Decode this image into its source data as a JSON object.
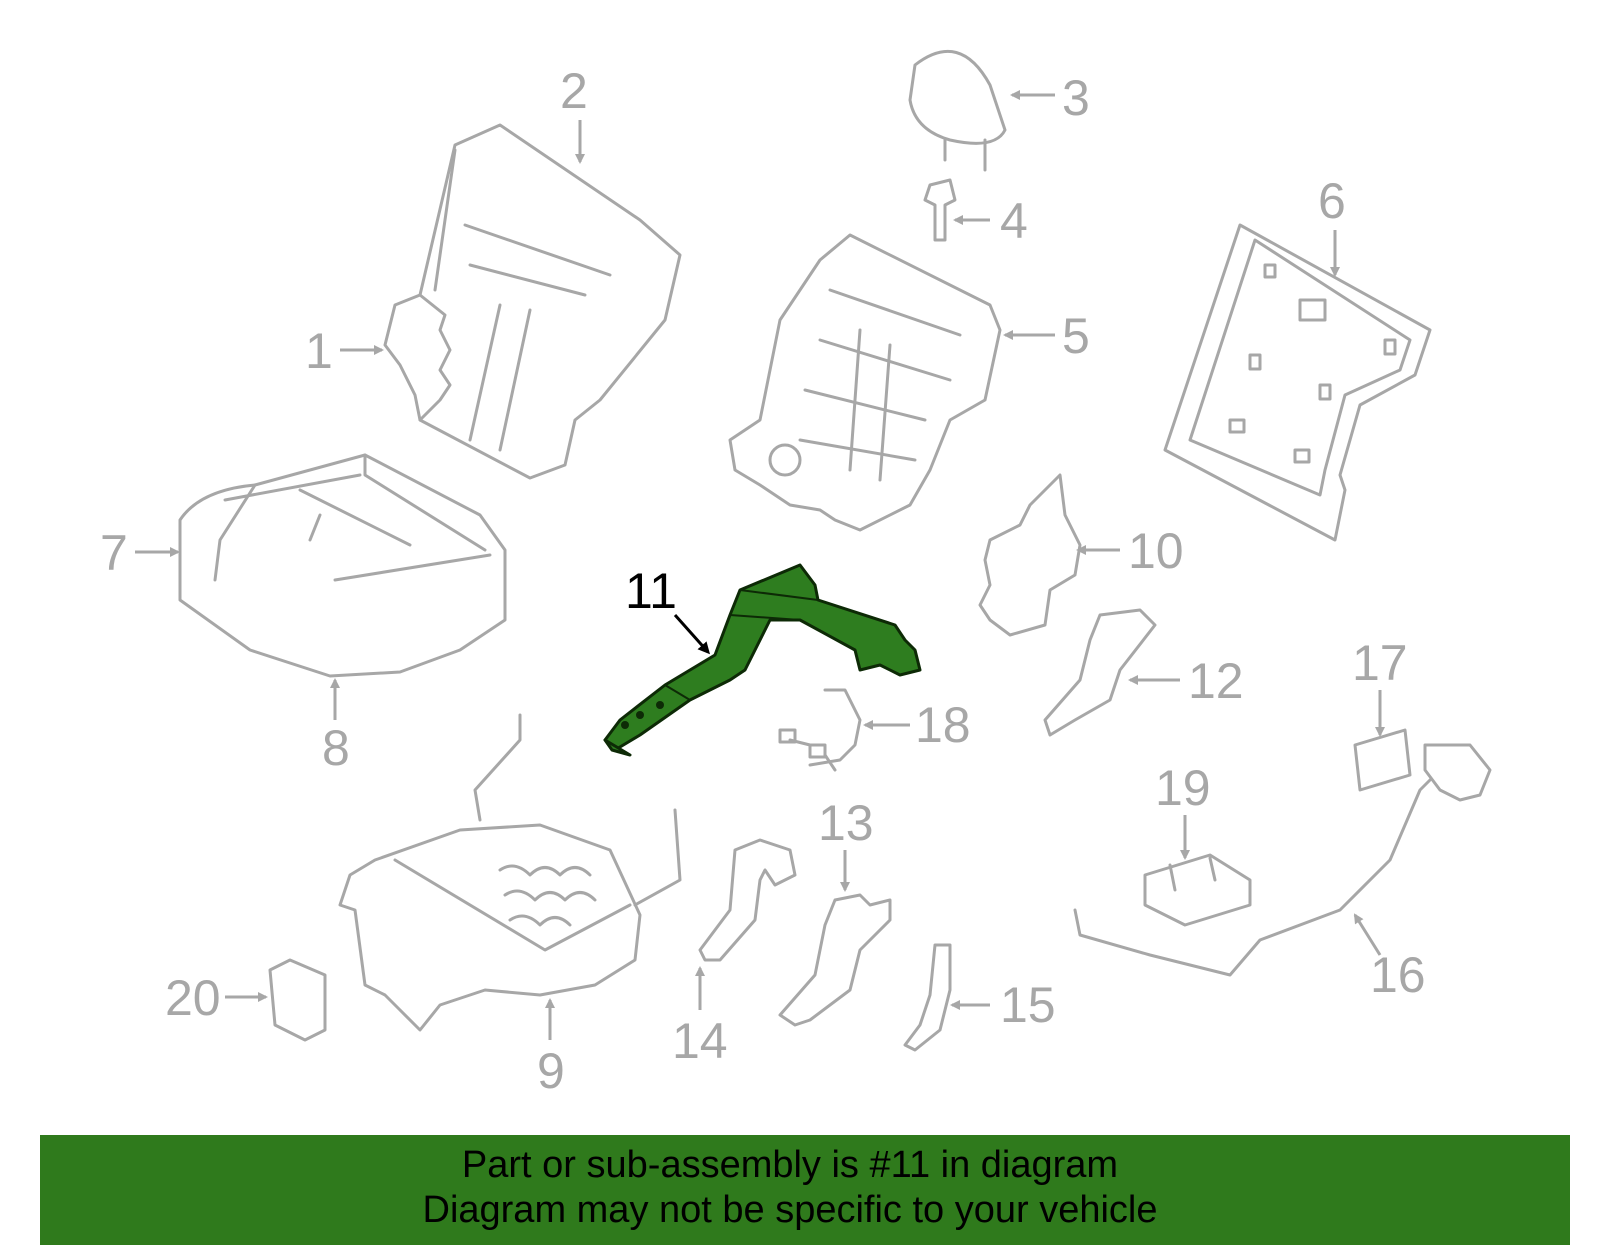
{
  "callouts": {
    "c1": "1",
    "c2": "2",
    "c3": "3",
    "c4": "4",
    "c5": "5",
    "c6": "6",
    "c7": "7",
    "c8": "8",
    "c9": "9",
    "c10": "10",
    "c11": "11",
    "c12": "12",
    "c13": "13",
    "c14": "14",
    "c15": "15",
    "c16": "16",
    "c17": "17",
    "c18": "18",
    "c19": "19",
    "c20": "20"
  },
  "highlighted_part": "11",
  "colors": {
    "part_stroke": "#a7a7a7",
    "highlight_fill": "#2e7d1f",
    "banner_bg": "#2f7a1c",
    "label_text": "#000000"
  },
  "banner": {
    "line1": "Part or sub-assembly is #11 in diagram",
    "line2": "Diagram may not be specific to your vehicle"
  }
}
